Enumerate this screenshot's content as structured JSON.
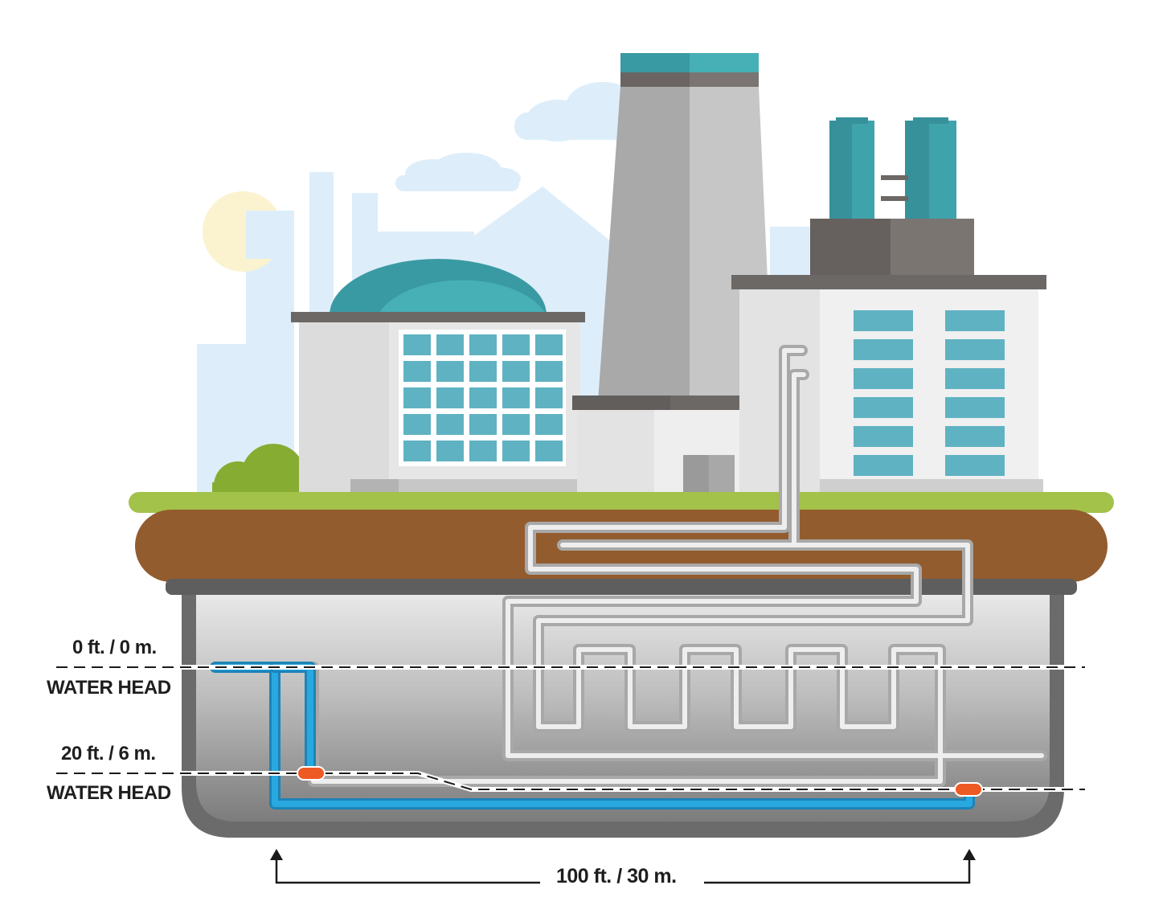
{
  "labels": {
    "level_top": "0 ft. / 0 m.",
    "level_top_name": "WATER HEAD",
    "level_bottom": "20 ft. / 6 m.",
    "level_bottom_name": "WATER HEAD",
    "distance": "100 ft. / 30 m."
  },
  "colors": {
    "water_pipe": "#29a8e0",
    "ground_loop_pipe": "#b5b5b5",
    "sensor": "#ee5a24",
    "grass": "#a3c24a",
    "soil": "#925c2e",
    "chamber": "#8e8e8e",
    "teal": "#3fa3ab",
    "sky": "#ddeefa",
    "sun": "#fbf3cf"
  },
  "icons": {
    "sensor_left": "orange-sensor-icon",
    "sensor_right": "orange-sensor-icon",
    "arrow_left": "arrow-up-icon",
    "arrow_right": "arrow-up-icon"
  }
}
